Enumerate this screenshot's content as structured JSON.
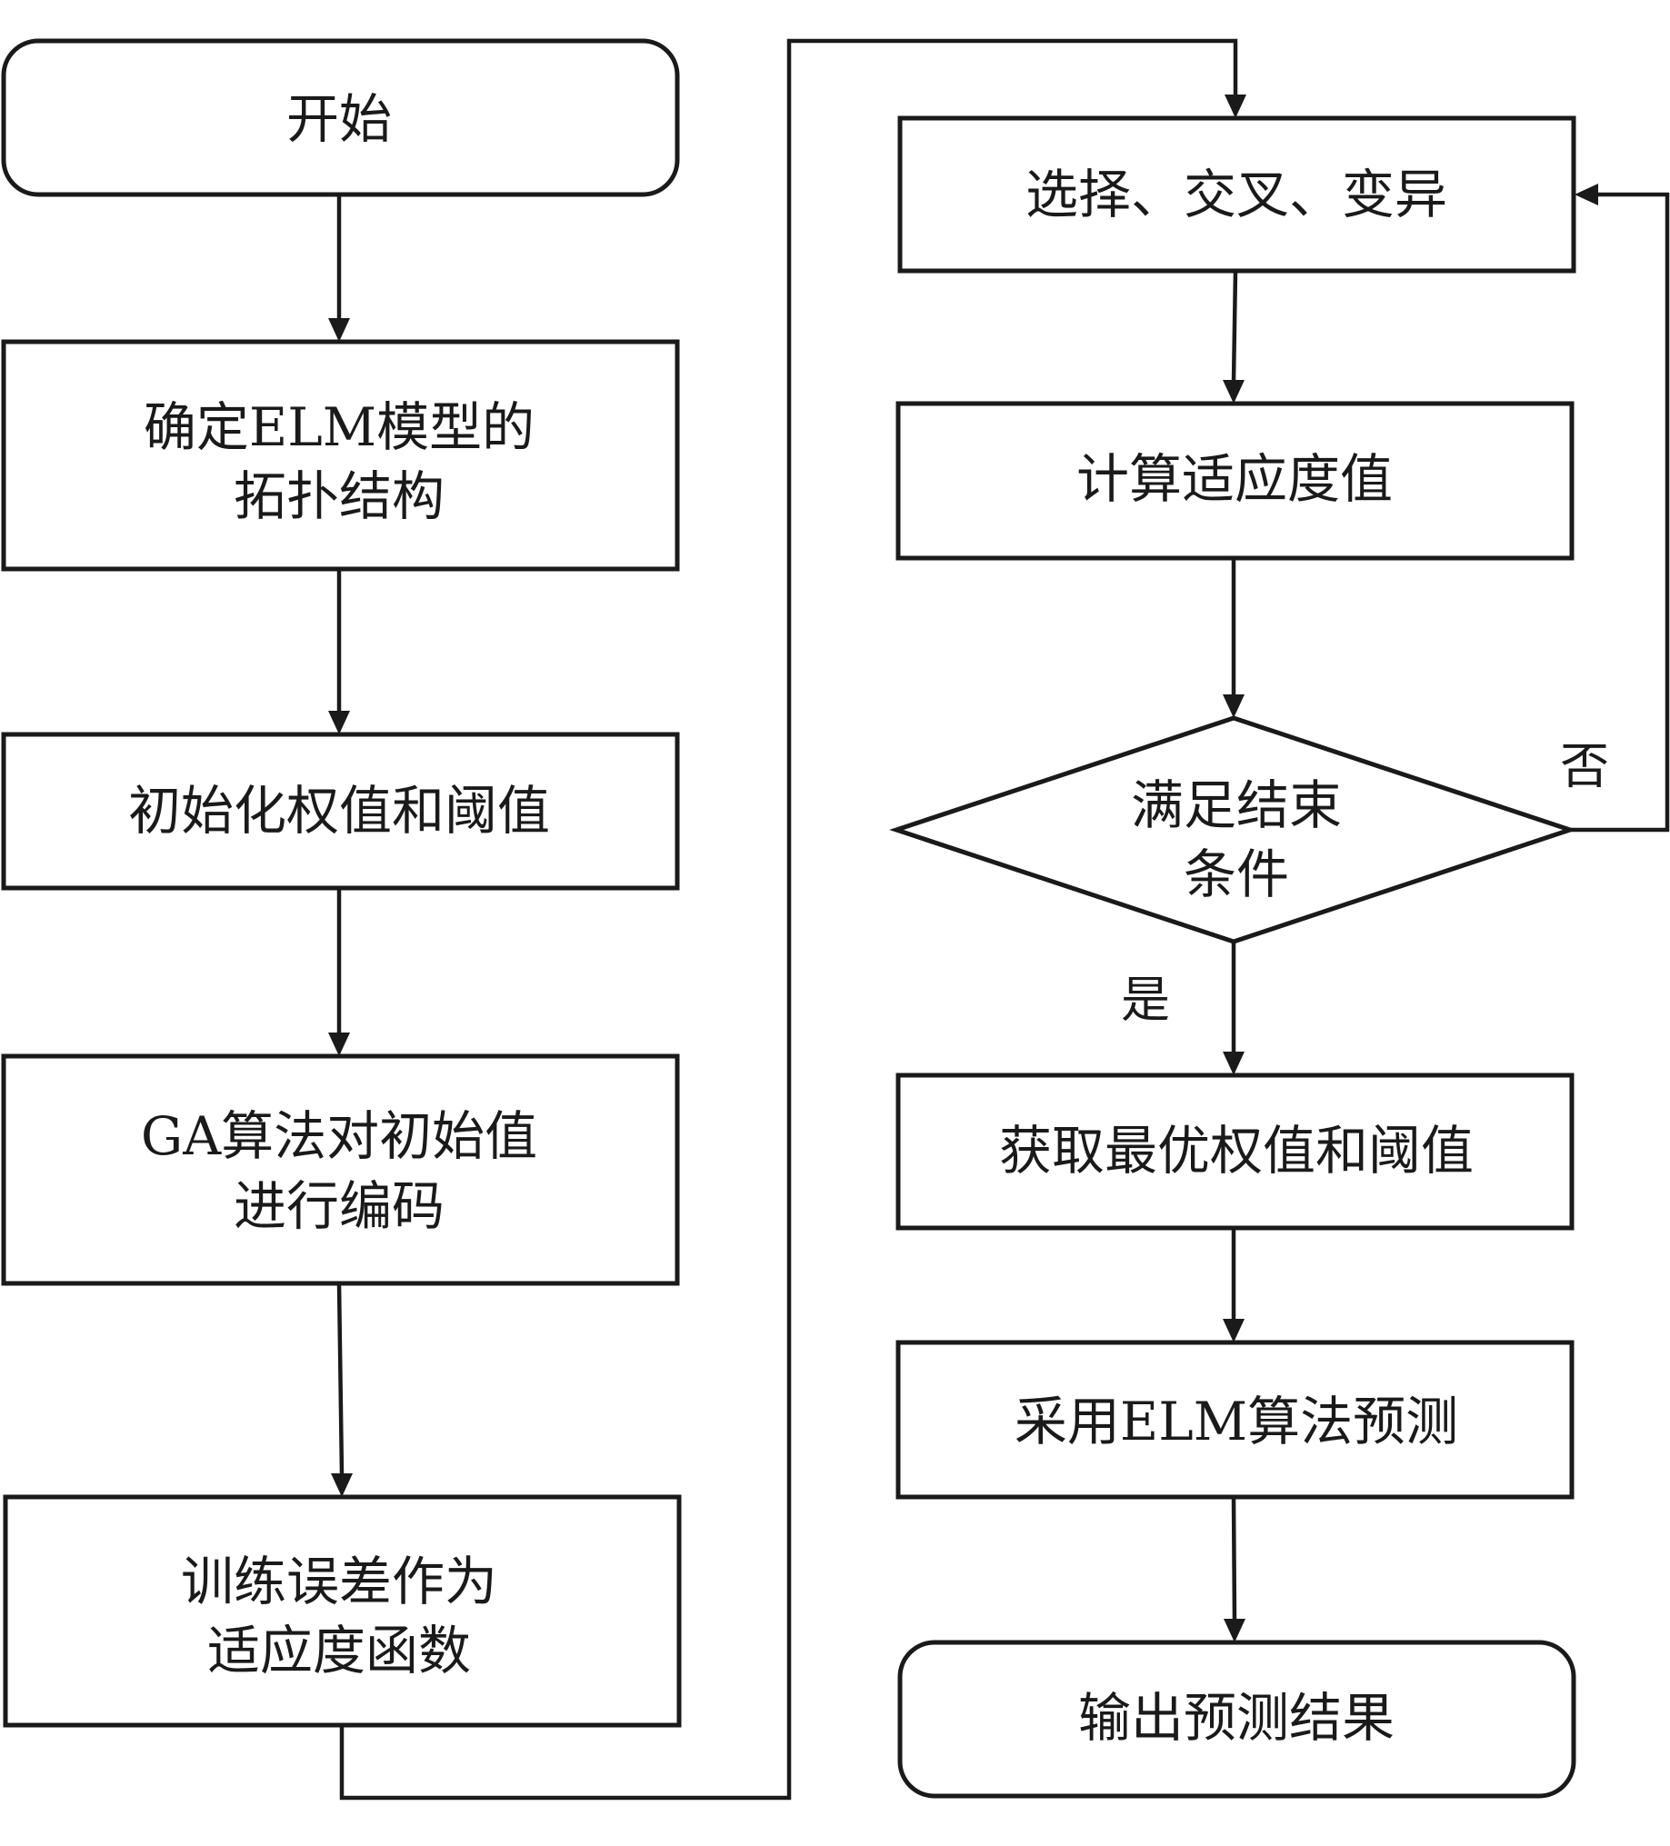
{
  "flowchart": {
    "nodes": {
      "start": {
        "lines": [
          "开始"
        ]
      },
      "determine_topology": {
        "lines": [
          "确定ELM模型的",
          "拓扑结构"
        ]
      },
      "init_weights": {
        "lines": [
          "初始化权值和阈值"
        ]
      },
      "ga_encoding": {
        "lines": [
          "GA算法对初始值",
          "进行编码"
        ]
      },
      "fitness_function": {
        "lines": [
          "训练误差作为",
          "适应度函数"
        ]
      },
      "selection": {
        "lines": [
          "选择、交叉、变异"
        ]
      },
      "compute_fitness": {
        "lines": [
          "计算适应度值"
        ]
      },
      "end_condition": {
        "lines": [
          "满足结束",
          "条件"
        ]
      },
      "optimal_weights": {
        "lines": [
          "获取最优权值和阈值"
        ]
      },
      "elm_predict": {
        "lines": [
          "采用ELM算法预测"
        ]
      },
      "output": {
        "lines": [
          "输出预测结果"
        ]
      }
    },
    "branch_labels": {
      "no": "否",
      "yes": "是"
    },
    "edges": [
      {
        "from": "start",
        "to": "determine_topology"
      },
      {
        "from": "determine_topology",
        "to": "init_weights"
      },
      {
        "from": "init_weights",
        "to": "ga_encoding"
      },
      {
        "from": "ga_encoding",
        "to": "fitness_function"
      },
      {
        "from": "fitness_function",
        "to": "selection"
      },
      {
        "from": "selection",
        "to": "compute_fitness"
      },
      {
        "from": "compute_fitness",
        "to": "end_condition"
      },
      {
        "from": "end_condition",
        "to": "selection",
        "label": "否"
      },
      {
        "from": "end_condition",
        "to": "optimal_weights",
        "label": "是"
      },
      {
        "from": "optimal_weights",
        "to": "elm_predict"
      },
      {
        "from": "elm_predict",
        "to": "output"
      }
    ]
  }
}
